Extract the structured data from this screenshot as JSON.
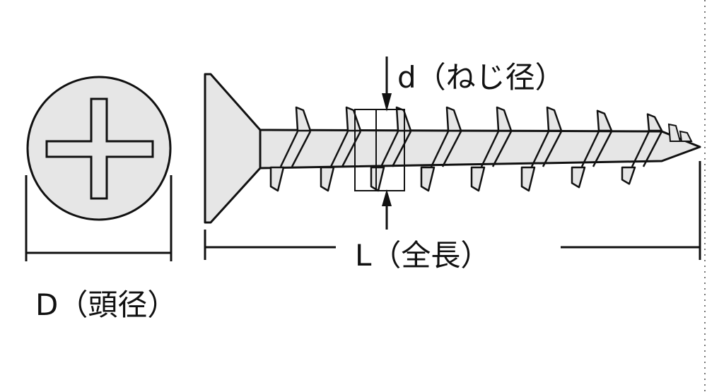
{
  "labels": {
    "thread_diameter": "d（ねじ径）",
    "total_length": "L（全長）",
    "head_diameter": "D（頭径）"
  },
  "colors": {
    "line": "#111111",
    "fill": "#e6e6e6",
    "background": "#ffffff"
  },
  "icons": [
    "phillips-cross-icon"
  ]
}
